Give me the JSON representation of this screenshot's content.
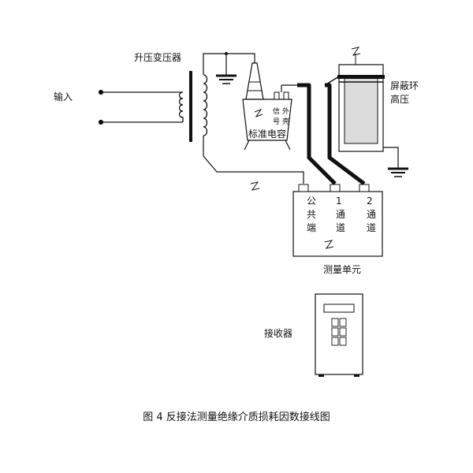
{
  "diagram": {
    "labels": {
      "input": "输入",
      "transformer": "升压变压器",
      "std_cap": "标准电容",
      "shield_ring": "屏蔽环",
      "high_voltage": "高压",
      "measure_unit": "测量单元",
      "receiver": "接收器",
      "common_terminal": "公共端",
      "ch1_num": "1",
      "ch1_text": "通道",
      "ch2_num": "2",
      "ch2_text": "通道",
      "cap_signal": "信号",
      "cap_shell": "外壳"
    },
    "caption": "图 4  反接法测量绝缘介质损耗因数接线图",
    "colors": {
      "line": "#111111",
      "sample_fill": "#dcdcdc",
      "device_fill": "#ffffff"
    }
  }
}
